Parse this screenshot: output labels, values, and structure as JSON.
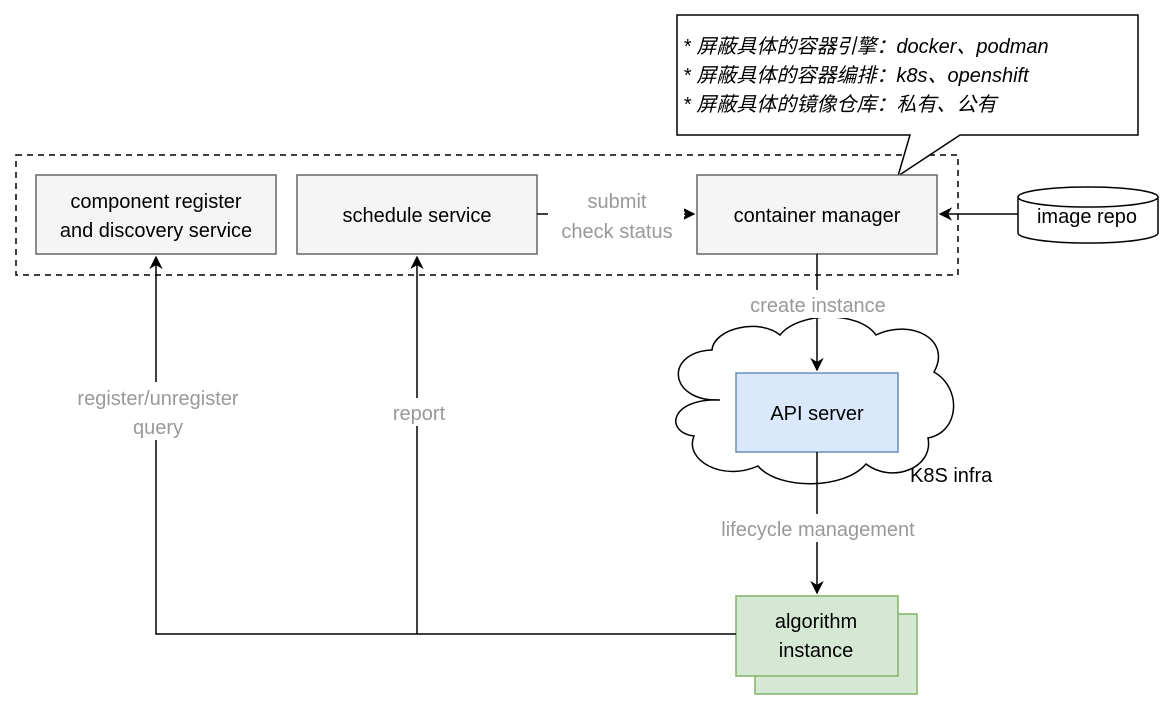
{
  "nodes": {
    "registry": {
      "line1": "component register",
      "line2": "and discovery service"
    },
    "schedule": {
      "label": "schedule service"
    },
    "container_manager": {
      "label": "container manager"
    },
    "image_repo": {
      "label": "image repo"
    },
    "api_server": {
      "label": "API server"
    },
    "k8s_infra": {
      "label": "K8S infra"
    },
    "algorithm": {
      "line1": "algorithm",
      "line2": "instance"
    }
  },
  "edges": {
    "submit": {
      "line1": "submit",
      "line2": "check status"
    },
    "create": {
      "label": "create instance"
    },
    "lifecycle": {
      "label": "lifecycle management"
    },
    "register": {
      "line1": "register/unregister",
      "line2": "query"
    },
    "report": {
      "label": "report"
    }
  },
  "callout": {
    "lines": [
      "* 屏蔽具体的容器引擎：docker、podman",
      "* 屏蔽具体的容器编排：k8s、openshift",
      "* 屏蔽具体的镜像仓库：私有、公有"
    ]
  },
  "colors": {
    "node_fill": "#f5f5f5",
    "node_stroke": "#666666",
    "api_fill": "#dae8fc",
    "api_stroke": "#6c8ebf",
    "algo_fill": "#d5e8d4",
    "algo_stroke": "#82b366",
    "edge_label": "#999999"
  }
}
